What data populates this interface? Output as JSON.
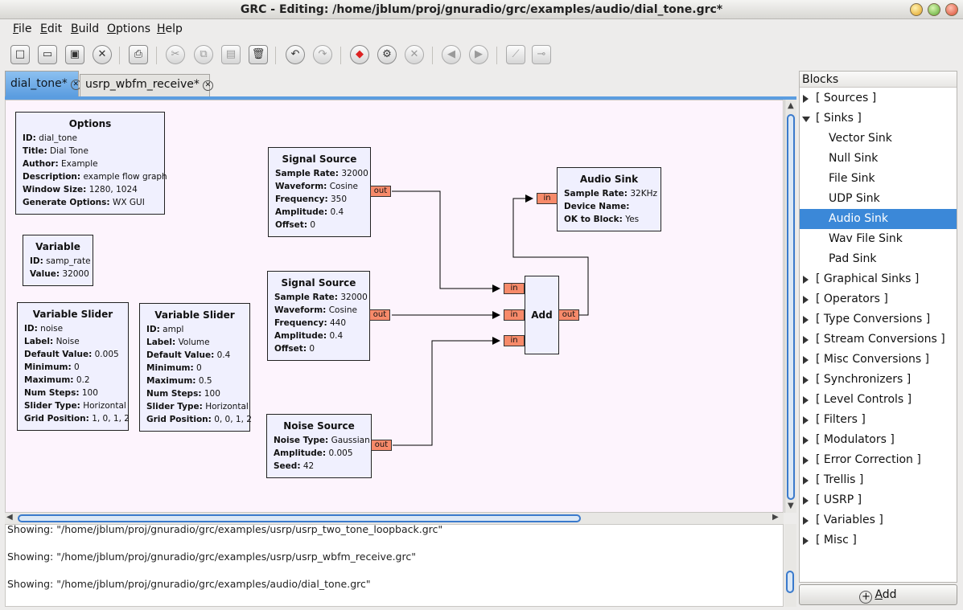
{
  "window": {
    "title": "GRC - Editing: /home/jblum/proj/gnuradio/grc/examples/audio/dial_tone.grc*"
  },
  "menu": [
    {
      "label": "File",
      "key": "F",
      "rest": "ile"
    },
    {
      "label": "Edit",
      "key": "E",
      "rest": "dit"
    },
    {
      "label": "Build",
      "key": "B",
      "rest": "uild"
    },
    {
      "label": "Options",
      "key": "O",
      "rest": "ptions"
    },
    {
      "label": "Help",
      "key": "H",
      "rest": "elp"
    }
  ],
  "toolbar": {
    "new": "□",
    "open": "▭",
    "save": "▣",
    "close": "✕",
    "print": "⎙",
    "cut": "✂",
    "copy": "⧉",
    "paste": "▤",
    "delete": "🗑",
    "undo": "↶",
    "redo": "↷",
    "errors": "◆",
    "generate": "⚙",
    "kill": "✕",
    "rotate_ccw": "◀",
    "rotate_cw": "▶",
    "enable": "⟋",
    "disable": "⊸"
  },
  "tabs": [
    {
      "label": "dial_tone*",
      "active": true
    },
    {
      "label": "usrp_wbfm_receive*",
      "active": false
    }
  ],
  "blocks": {
    "options": {
      "title": "Options",
      "rows": [
        {
          "k": "ID:",
          "v": "dial_tone"
        },
        {
          "k": "Title:",
          "v": "Dial Tone"
        },
        {
          "k": "Author:",
          "v": "Example"
        },
        {
          "k": "Description:",
          "v": "example flow graph"
        },
        {
          "k": "Window Size:",
          "v": "1280, 1024"
        },
        {
          "k": "Generate Options:",
          "v": "WX GUI"
        }
      ]
    },
    "variable": {
      "title": "Variable",
      "rows": [
        {
          "k": "ID:",
          "v": "samp_rate"
        },
        {
          "k": "Value:",
          "v": "32000"
        }
      ]
    },
    "slider1": {
      "title": "Variable Slider",
      "rows": [
        {
          "k": "ID:",
          "v": "noise"
        },
        {
          "k": "Label:",
          "v": "Noise"
        },
        {
          "k": "Default Value:",
          "v": "0.005"
        },
        {
          "k": "Minimum:",
          "v": "0"
        },
        {
          "k": "Maximum:",
          "v": "0.2"
        },
        {
          "k": "Num Steps:",
          "v": "100"
        },
        {
          "k": "Slider Type:",
          "v": "Horizontal"
        },
        {
          "k": "Grid Position:",
          "v": "1, 0, 1, 2"
        }
      ]
    },
    "slider2": {
      "title": "Variable Slider",
      "rows": [
        {
          "k": "ID:",
          "v": "ampl"
        },
        {
          "k": "Label:",
          "v": "Volume"
        },
        {
          "k": "Default Value:",
          "v": "0.4"
        },
        {
          "k": "Minimum:",
          "v": "0"
        },
        {
          "k": "Maximum:",
          "v": "0.5"
        },
        {
          "k": "Num Steps:",
          "v": "100"
        },
        {
          "k": "Slider Type:",
          "v": "Horizontal"
        },
        {
          "k": "Grid Position:",
          "v": "0, 0, 1, 2"
        }
      ]
    },
    "sig1": {
      "title": "Signal Source",
      "rows": [
        {
          "k": "Sample Rate:",
          "v": "32000"
        },
        {
          "k": "Waveform:",
          "v": "Cosine"
        },
        {
          "k": "Frequency:",
          "v": "350"
        },
        {
          "k": "Amplitude:",
          "v": "0.4"
        },
        {
          "k": "Offset:",
          "v": "0"
        }
      ]
    },
    "sig2": {
      "title": "Signal Source",
      "rows": [
        {
          "k": "Sample Rate:",
          "v": "32000"
        },
        {
          "k": "Waveform:",
          "v": "Cosine"
        },
        {
          "k": "Frequency:",
          "v": "440"
        },
        {
          "k": "Amplitude:",
          "v": "0.4"
        },
        {
          "k": "Offset:",
          "v": "0"
        }
      ]
    },
    "noise": {
      "title": "Noise Source",
      "rows": [
        {
          "k": "Noise Type:",
          "v": "Gaussian"
        },
        {
          "k": "Amplitude:",
          "v": "0.005"
        },
        {
          "k": "Seed:",
          "v": "42"
        }
      ]
    },
    "audio": {
      "title": "Audio Sink",
      "rows": [
        {
          "k": "Sample Rate:",
          "v": "32KHz"
        },
        {
          "k": "Device Name:",
          "v": ""
        },
        {
          "k": "OK to Block:",
          "v": "Yes"
        }
      ]
    },
    "add": {
      "title": "Add"
    }
  },
  "ports": {
    "in": "in",
    "out": "out"
  },
  "console": [
    "Showing: \"/home/jblum/proj/gnuradio/grc/examples/usrp/usrp_two_tone_loopback.grc\"",
    "Showing: \"/home/jblum/proj/gnuradio/grc/examples/usrp/usrp_wbfm_receive.grc\"",
    "Showing: \"/home/jblum/proj/gnuradio/grc/examples/audio/dial_tone.grc\""
  ],
  "panel": {
    "title": "Blocks",
    "items": [
      {
        "label": "[ Sources ]",
        "kind": "cat",
        "open": false
      },
      {
        "label": "[ Sinks ]",
        "kind": "cat",
        "open": true
      },
      {
        "label": "Vector Sink",
        "kind": "leaf"
      },
      {
        "label": "Null Sink",
        "kind": "leaf"
      },
      {
        "label": "File Sink",
        "kind": "leaf"
      },
      {
        "label": "UDP Sink",
        "kind": "leaf"
      },
      {
        "label": "Audio Sink",
        "kind": "leaf",
        "selected": true
      },
      {
        "label": "Wav File Sink",
        "kind": "leaf"
      },
      {
        "label": "Pad Sink",
        "kind": "leaf"
      },
      {
        "label": "[ Graphical Sinks ]",
        "kind": "cat",
        "open": false
      },
      {
        "label": "[ Operators ]",
        "kind": "cat",
        "open": false
      },
      {
        "label": "[ Type Conversions ]",
        "kind": "cat",
        "open": false
      },
      {
        "label": "[ Stream Conversions ]",
        "kind": "cat",
        "open": false
      },
      {
        "label": "[ Misc Conversions ]",
        "kind": "cat",
        "open": false
      },
      {
        "label": "[ Synchronizers ]",
        "kind": "cat",
        "open": false
      },
      {
        "label": "[ Level Controls ]",
        "kind": "cat",
        "open": false
      },
      {
        "label": "[ Filters ]",
        "kind": "cat",
        "open": false
      },
      {
        "label": "[ Modulators ]",
        "kind": "cat",
        "open": false
      },
      {
        "label": "[ Error Correction ]",
        "kind": "cat",
        "open": false
      },
      {
        "label": "[ Trellis ]",
        "kind": "cat",
        "open": false
      },
      {
        "label": "[ USRP ]",
        "kind": "cat",
        "open": false
      },
      {
        "label": "[ Variables ]",
        "kind": "cat",
        "open": false
      },
      {
        "label": "[ Misc ]",
        "kind": "cat",
        "open": false
      }
    ],
    "add_button": {
      "key": "A",
      "rest": "dd"
    }
  }
}
